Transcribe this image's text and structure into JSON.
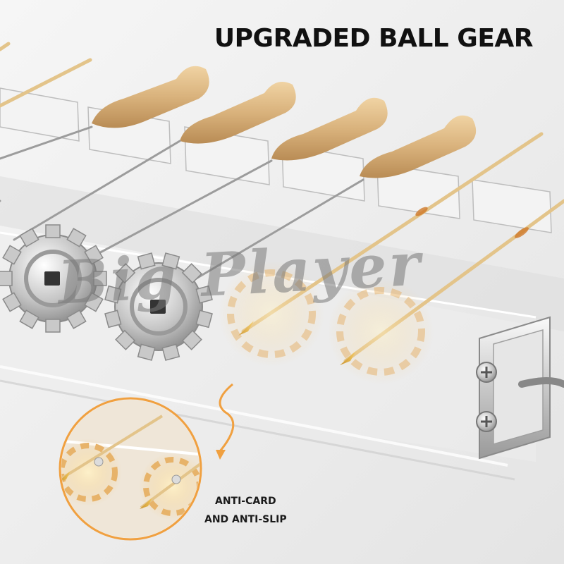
{
  "headline": "UPGRADED BALL GEAR",
  "watermark": "Big Player",
  "callout": {
    "line1": "ANTI-CARD",
    "line2": "AND ANTI-SLIP"
  },
  "colors": {
    "background": "#eeeeee",
    "wood": "#d9b27c",
    "steel": "#b8b8b8",
    "callout_ring": "#f0a040",
    "headline_text": "#111111"
  },
  "icons": [
    "gear-icon",
    "skewer-icon",
    "wooden-handle-icon",
    "screw-icon",
    "curved-arrow-icon"
  ]
}
